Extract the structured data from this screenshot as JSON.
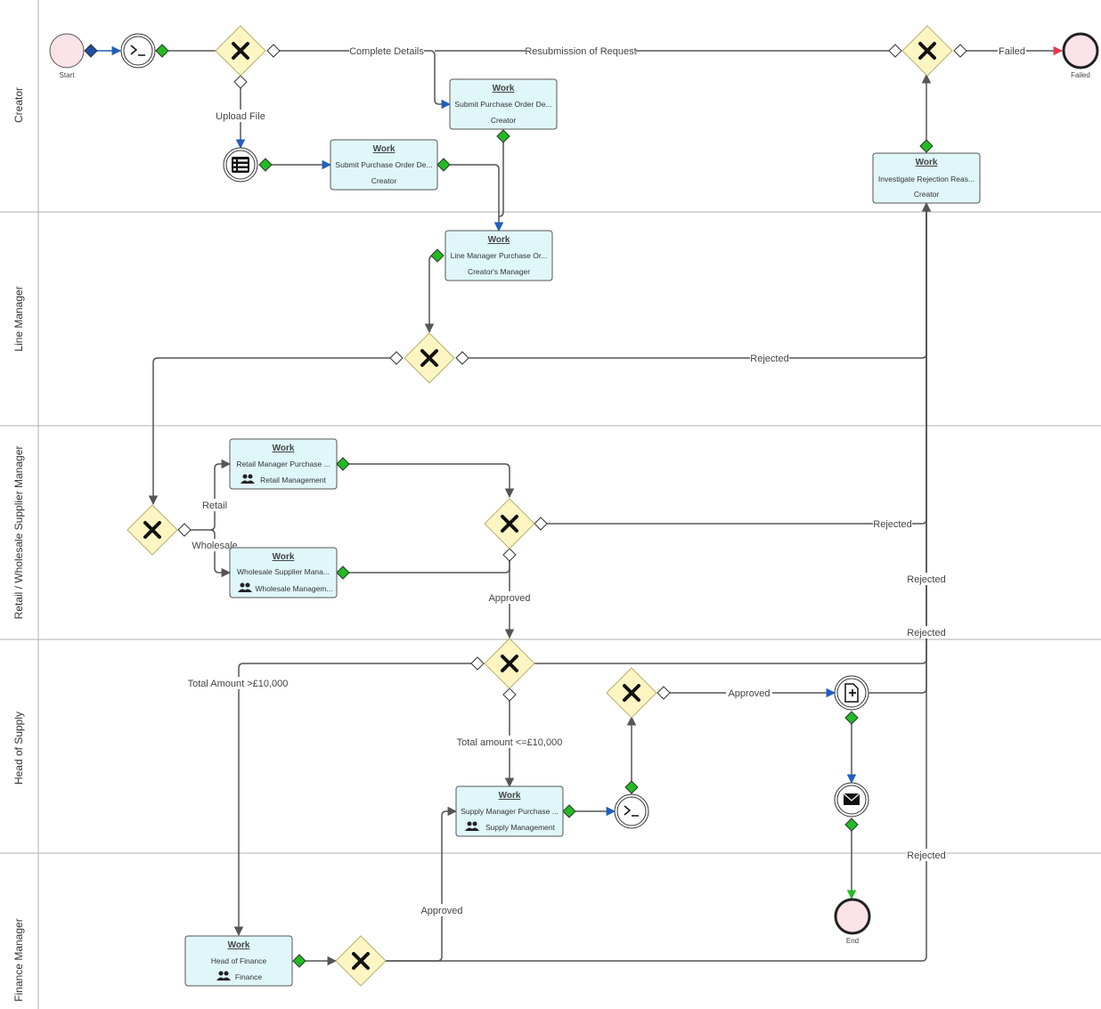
{
  "lanes": [
    {
      "id": "creator",
      "label": "Creator"
    },
    {
      "id": "line",
      "label": "Line Manager"
    },
    {
      "id": "retail",
      "label": "Retail / Wholesale Supplier Manager"
    },
    {
      "id": "supply",
      "label": "Head of Supply"
    },
    {
      "id": "finance",
      "label": "Finance Manager"
    }
  ],
  "events": {
    "start": {
      "label": "Start"
    },
    "failed": {
      "label": "Failed"
    },
    "end": {
      "label": "End"
    }
  },
  "tasks": {
    "t1": {
      "title": "Work",
      "name": "Submit Purchase Order De...",
      "role": "Creator"
    },
    "t2": {
      "title": "Work",
      "name": "Submit Purchase Order De...",
      "role": "Creator"
    },
    "t3": {
      "title": "Work",
      "name": "Investigate Rejection Reas...",
      "role": "Creator"
    },
    "t4": {
      "title": "Work",
      "name": "Line Manager Purchase Or...",
      "role": "Creator's Manager"
    },
    "t5": {
      "title": "Work",
      "name": "Retail Manager Purchase ...",
      "role": "Retail Management"
    },
    "t6": {
      "title": "Work",
      "name": "Wholesale Supplier Mana...",
      "role": "Wholesale Managem..."
    },
    "t7": {
      "title": "Work",
      "name": "Supply Manager Purchase ...",
      "role": "Supply Management"
    },
    "t8": {
      "title": "Work",
      "name": "Head of Finance",
      "role": "Finance"
    }
  },
  "edge_labels": {
    "complete": "Complete Details",
    "resub": "Resubmission of Request",
    "failed": "Failed",
    "upload": "Upload File",
    "rej1": "Rejected",
    "retail": "Retail",
    "wholesale": "Wholesale",
    "rej2": "Rejected",
    "rej3": "Rejected",
    "approved1": "Approved",
    "rej4": "Rejected",
    "total_gt": "Total Amount >£10,000",
    "total_le": "Total amount <=£10,000",
    "approved2": "Approved",
    "rej5": "Rejected",
    "approved3": "Approved"
  },
  "colors": {
    "task_fill": "#e0f7fa",
    "gateway_fill": "#fdf6c3",
    "event_fill": "#fbe3e8",
    "flow_dark": "#555555",
    "arrow_blue": "#1f5fbf",
    "marker_green": "#22bb22"
  }
}
